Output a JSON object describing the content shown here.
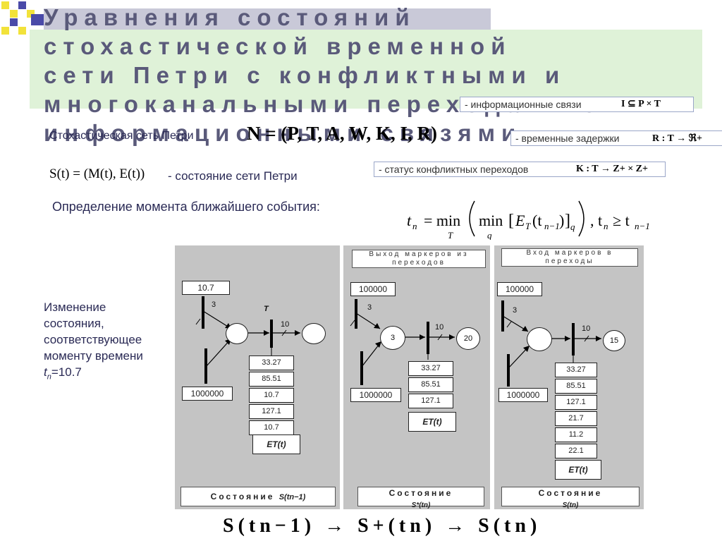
{
  "title": "Уравнения состояний\nстохастической временной\nсети Петри с конфликтными и\nмногоканальными переходами с\nинформационными связями",
  "petri_net": {
    "label": "Стохастическая сеть Петри",
    "formula": "N = (P, T, A, W, K, I, R)"
  },
  "callouts": {
    "info": {
      "text": "- информационные связи",
      "formula": "I ⊆ P × T"
    },
    "delays": {
      "text": "- временные задержки",
      "formula": "R : T → ℜ+"
    },
    "status": {
      "text": "- статус конфликтных переходов",
      "formula": "K : T → Z+ × Z+"
    }
  },
  "state": {
    "formula": "S(t) = (M(t), E(t))",
    "text": "- состояние сети Петри"
  },
  "definition": {
    "text": "Определение момента ближайшего события:",
    "formula_lhs": "tn = min",
    "formula_rhs": "(min [ET(tn−1)]q), tn ≥ tn−1",
    "sub_T": "T",
    "sub_q": "q"
  },
  "side_text": {
    "line": "Изменение состояния, соответствующее моменту времени",
    "tail": "=10.7",
    "var": "t",
    "sub": "n"
  },
  "panels": [
    {
      "title": "",
      "top_place": "10.7",
      "bottom_place": "1000000",
      "arc_weight": "3",
      "transition_label": "T",
      "delay": "10",
      "left_circle": "",
      "right_circle": "",
      "cells": [
        "33.27",
        "85.51",
        "10.7",
        "127.1",
        "10.7"
      ],
      "et_label": "ET(t)",
      "state_label": "Состояние",
      "state_sym": "S(tn−1)"
    },
    {
      "title": "Выход маркеров из переходов",
      "top_place": "100000",
      "bottom_place": "1000000",
      "arc_weight": "3",
      "transition_label": "",
      "delay": "10",
      "left_circle": "3",
      "right_circle": "20",
      "cells": [
        "33.27",
        "85.51",
        "127.1"
      ],
      "et_label": "ET(t)",
      "state_label": "Состояние",
      "state_sym": "S*(tn)"
    },
    {
      "title": "Вход маркеров в переходы",
      "top_place": "100000",
      "bottom_place": "1000000",
      "arc_weight": "3",
      "transition_label": "",
      "delay": "10",
      "left_circle": "",
      "right_circle": "15",
      "cells": [
        "33.27",
        "85.51",
        "127.1",
        "21.7",
        "11.2",
        "22.1"
      ],
      "et_label": "ET(t)",
      "state_label": "Состояние",
      "state_sym": "S(tn)"
    }
  ],
  "bottom_formula": "S(tn−1) → S+(tn) → S(tn)",
  "colors": {
    "title_bg": "#dff2d8",
    "panel": "#c4c4c4",
    "text": "#2a2a55",
    "accent_yellow": "#f2e23a",
    "accent_blue": "#4a4aa8"
  }
}
